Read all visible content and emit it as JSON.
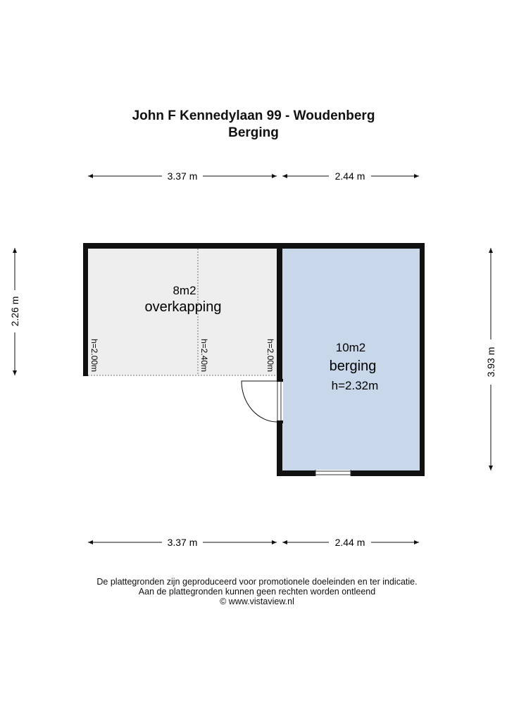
{
  "header": {
    "address": "John F Kennedylaan 99 - Woudenberg",
    "subtitle": "Berging"
  },
  "dimensions": {
    "top_left": "3.37 m",
    "top_right": "2.44 m",
    "bottom_left": "3.37 m",
    "bottom_right": "2.44 m",
    "left_height": "2.26 m",
    "right_height": "3.93 m"
  },
  "rooms": {
    "overkapping": {
      "area": "8m2",
      "name": "overkapping",
      "heights": [
        "h=2.00m",
        "h=2.40m",
        "h=2.00m"
      ]
    },
    "berging": {
      "area": "10m2",
      "name": "berging",
      "height": "h=2.32m"
    }
  },
  "colors": {
    "berging_fill": "#c8d8ea",
    "overkapping_fill": "#eeeeee",
    "wall": "#111111"
  },
  "footer": {
    "line1": "De plattegronden zijn geproduceerd voor promotionele doeleinden en ter indicatie.",
    "line2": "Aan de plattegronden kunnen geen rechten worden ontleend",
    "line3": "© www.vistaview.nl"
  }
}
